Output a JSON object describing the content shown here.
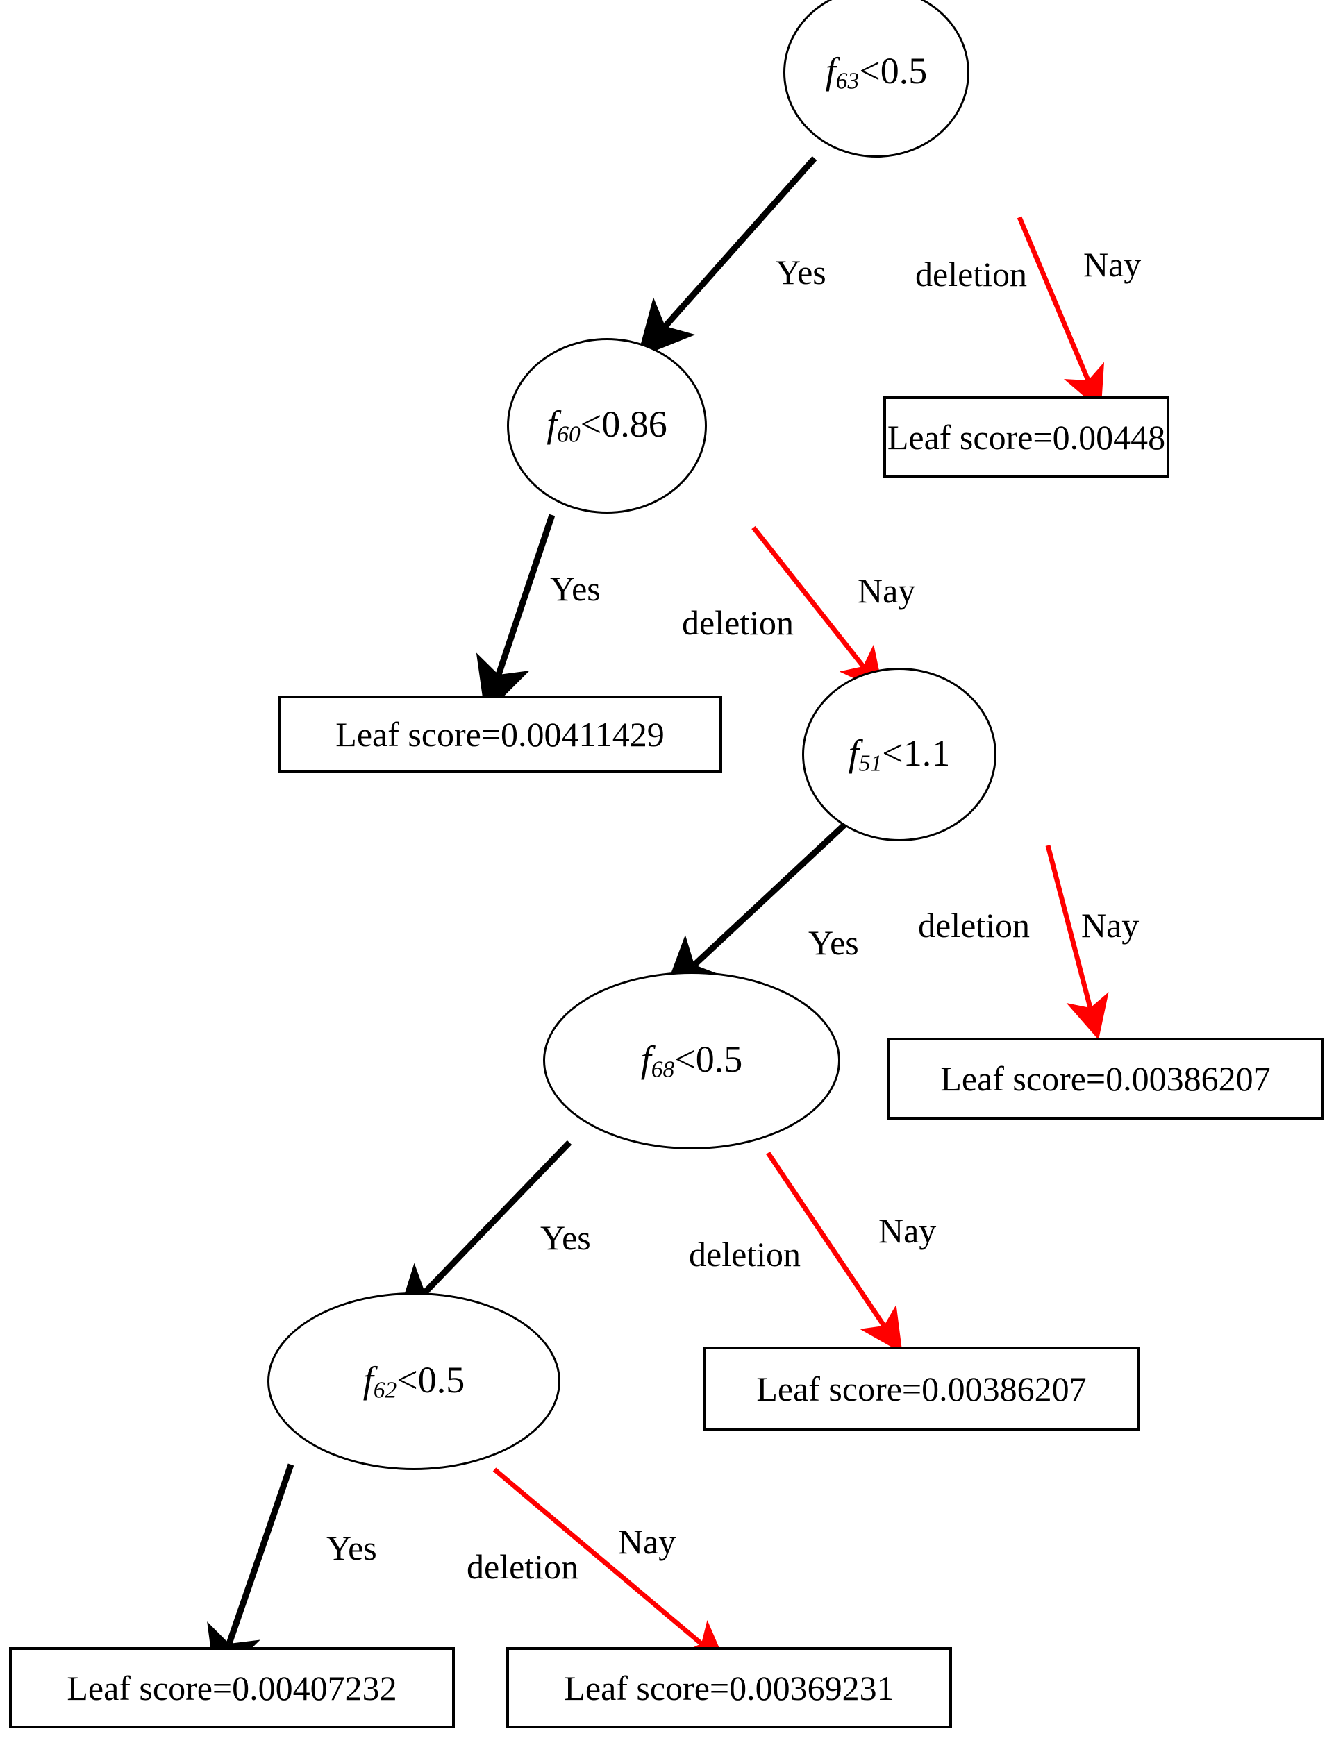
{
  "diagram": {
    "type": "decision-tree",
    "title_clipped": "",
    "colors": {
      "yes_edge": "#000000",
      "nay_edge": "#ff0000",
      "node_border": "#000000",
      "background": "#ffffff",
      "text": "#000000"
    },
    "nodes": [
      {
        "id": "n0",
        "kind": "decision",
        "feature": "f",
        "subscript": "63",
        "operator": "<",
        "threshold": "0.5",
        "text": "f63 <0.5"
      },
      {
        "id": "n1",
        "kind": "decision",
        "feature": "f",
        "subscript": "60",
        "operator": "<",
        "threshold": "0.86",
        "text": "f60 <0.86"
      },
      {
        "id": "n2",
        "kind": "decision",
        "feature": "f",
        "subscript": "51",
        "operator": "<",
        "threshold": "1.1",
        "text": "f51 <1.1"
      },
      {
        "id": "n3",
        "kind": "decision",
        "feature": "f",
        "subscript": "68",
        "operator": "<",
        "threshold": "0.5",
        "text": "f68 <0.5"
      },
      {
        "id": "n4",
        "kind": "decision",
        "feature": "f",
        "subscript": "62",
        "operator": "<",
        "threshold": "0.5",
        "text": "f62 <0.5"
      }
    ],
    "leaves": [
      {
        "id": "l0",
        "kind": "leaf",
        "label": "Leaf score=0.00448",
        "score": 0.00448
      },
      {
        "id": "l1",
        "kind": "leaf",
        "label": "Leaf score=0.00411429",
        "score": 0.00411429
      },
      {
        "id": "l2",
        "kind": "leaf",
        "label": "Leaf score=0.00386207",
        "score": 0.00386207
      },
      {
        "id": "l3",
        "kind": "leaf",
        "label": "Leaf score=0.00386207",
        "score": 0.00386207
      },
      {
        "id": "l4",
        "kind": "leaf",
        "label": "Leaf score=0.00407232",
        "score": 0.00407232
      },
      {
        "id": "l5",
        "kind": "leaf",
        "label": "Leaf score=0.00369231",
        "score": 0.00369231
      }
    ],
    "edges": [
      {
        "from": "n0",
        "to": "n1",
        "branch": "yes",
        "label": "Yes",
        "missing_label": "deletion",
        "color": "#000000"
      },
      {
        "from": "n0",
        "to": "l0",
        "branch": "nay",
        "label": "Nay",
        "missing_label": "deletion",
        "color": "#ff0000"
      },
      {
        "from": "n1",
        "to": "l1",
        "branch": "yes",
        "label": "Yes",
        "missing_label": "deletion",
        "color": "#000000"
      },
      {
        "from": "n1",
        "to": "n2",
        "branch": "nay",
        "label": "Nay",
        "missing_label": "deletion",
        "color": "#ff0000"
      },
      {
        "from": "n2",
        "to": "n3",
        "branch": "yes",
        "label": "Yes",
        "missing_label": "deletion",
        "color": "#000000"
      },
      {
        "from": "n2",
        "to": "l2",
        "branch": "nay",
        "label": "Nay",
        "missing_label": "deletion",
        "color": "#ff0000"
      },
      {
        "from": "n3",
        "to": "n4",
        "branch": "yes",
        "label": "Yes",
        "missing_label": "deletion",
        "color": "#000000"
      },
      {
        "from": "n3",
        "to": "l3",
        "branch": "nay",
        "label": "Nay",
        "missing_label": "deletion",
        "color": "#ff0000"
      },
      {
        "from": "n4",
        "to": "l4",
        "branch": "yes",
        "label": "Yes",
        "missing_label": "deletion",
        "color": "#000000"
      },
      {
        "from": "n4",
        "to": "l5",
        "branch": "nay",
        "label": "Nay",
        "missing_label": "deletion",
        "color": "#ff0000"
      }
    ],
    "edge_labels": {
      "yes": "Yes",
      "nay": "Nay",
      "deletion": "deletion"
    }
  }
}
